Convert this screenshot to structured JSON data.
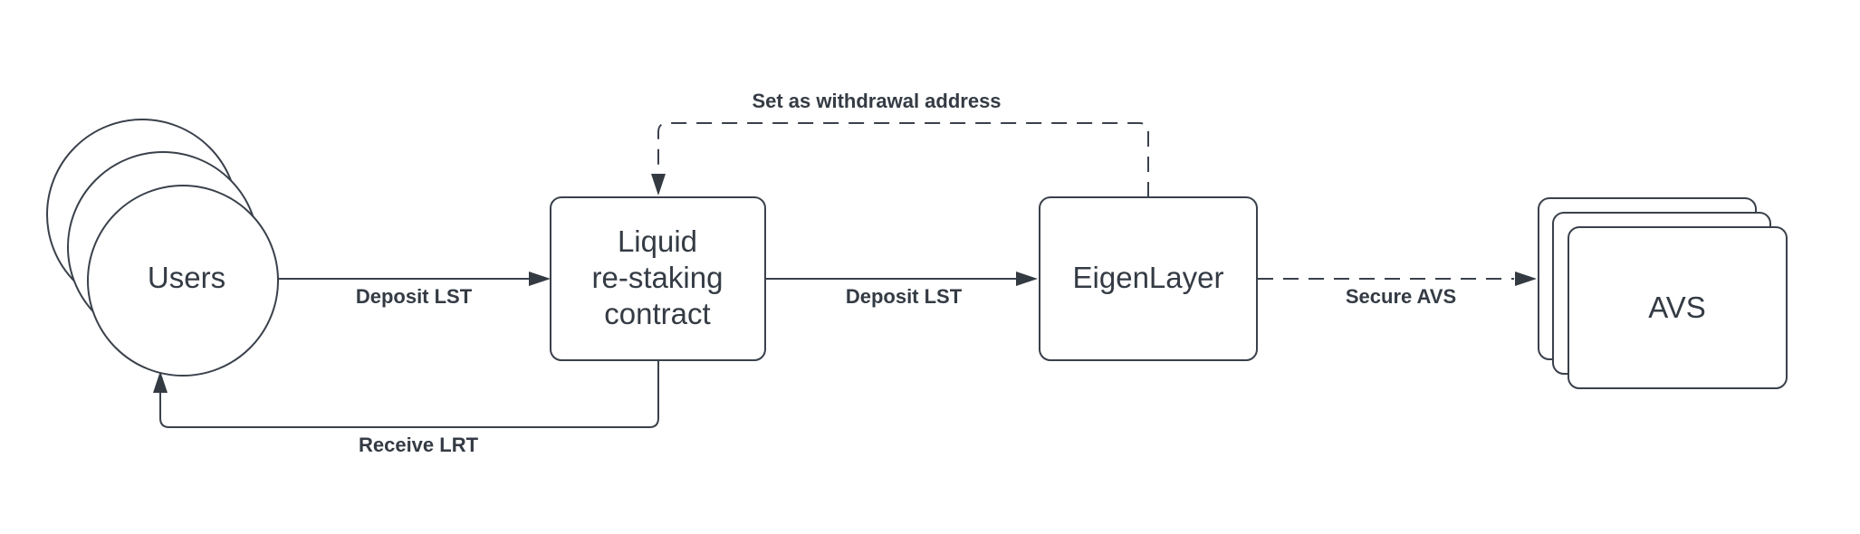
{
  "diagram": {
    "nodes": {
      "users": {
        "label": "Users",
        "shape": "stacked-circles"
      },
      "contract": {
        "label_lines": [
          "Liquid",
          "re-staking",
          "contract"
        ],
        "shape": "rounded-rect"
      },
      "eigenlayer": {
        "label": "EigenLayer",
        "shape": "rounded-rect"
      },
      "avs": {
        "label": "AVS",
        "shape": "stacked-rounded-rects"
      }
    },
    "edges": {
      "deposit_users_to_contract": {
        "label": "Deposit LST",
        "style": "solid-arrow"
      },
      "deposit_contract_to_eigenlayer": {
        "label": "Deposit LST",
        "style": "solid-arrow"
      },
      "secure_eigenlayer_to_avs": {
        "label": "Secure AVS",
        "style": "dashed-arrow"
      },
      "withdrawal_eigenlayer_to_contract": {
        "label": "Set as withdrawal address",
        "style": "dashed-arrow"
      },
      "receive_contract_to_users": {
        "label": "Receive LRT",
        "style": "solid-arrow"
      }
    },
    "colors": {
      "background": "#ffffff",
      "stroke": "#3a414b",
      "text": "#343b44",
      "shape_fill": "#ffffff"
    }
  }
}
